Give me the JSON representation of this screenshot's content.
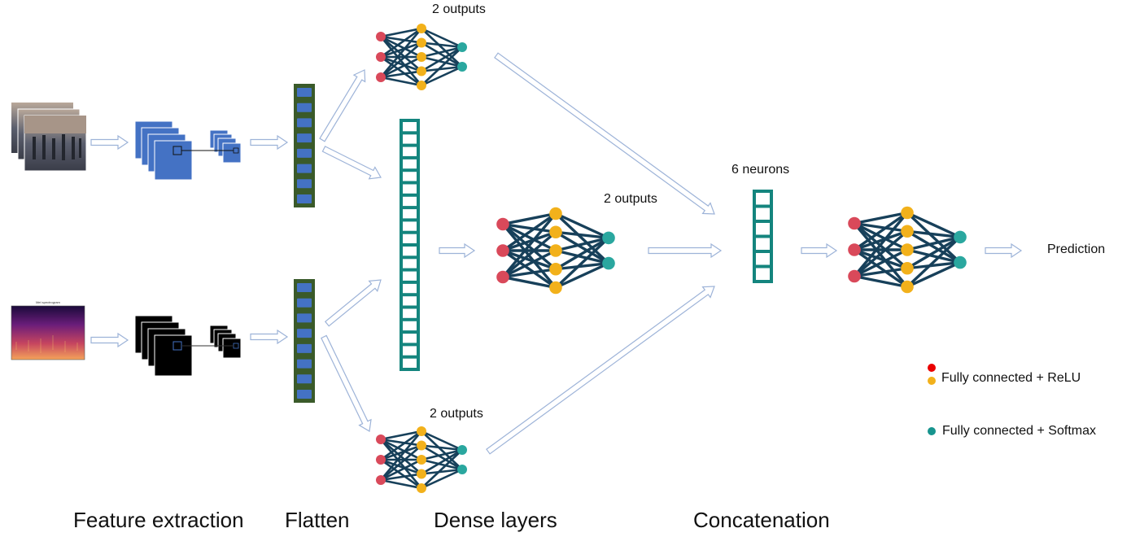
{
  "labels": {
    "top_outputs": "2 outputs",
    "mid_outputs": "2 outputs",
    "bottom_outputs": "2 outputs",
    "six_neurons": "6 neurons",
    "prediction": "Prediction"
  },
  "stages": [
    "Feature extraction",
    "Flatten",
    "Dense layers",
    "Concatenation"
  ],
  "legend": [
    {
      "text": "Fully connected + ReLU",
      "colors": [
        "#ea0000",
        "#f2b11b"
      ]
    },
    {
      "text": "Fully connected + Softmax",
      "colors": [
        "#17948e"
      ]
    }
  ],
  "colors": {
    "input_node": "#d9495a",
    "hidden_node": "#f2b11b",
    "output_node": "#2aa79f",
    "edge": "#17405a",
    "feature_map": "#4472c4",
    "flatten_bar": "#3a5a2a",
    "dense_bar": "#14857e",
    "arrow_fill": "#ffffff",
    "arrow_stroke": "#9db3d8"
  },
  "spectrogram_title": "Mel spectrogram"
}
